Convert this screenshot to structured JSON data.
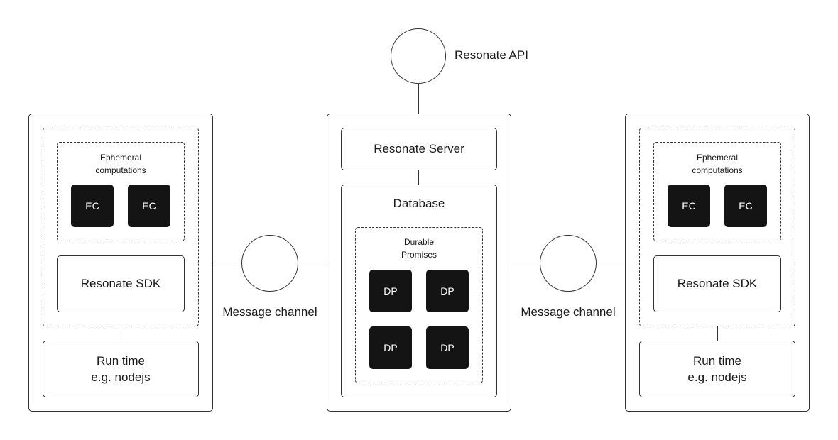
{
  "api": {
    "label": "Resonate API"
  },
  "server": {
    "title": "Resonate Server",
    "database": {
      "title": "Database",
      "group_label_line1": "Durable",
      "group_label_line2": "Promises",
      "items": [
        "DP",
        "DP",
        "DP",
        "DP"
      ]
    }
  },
  "channels": {
    "left_label": "Message channel",
    "right_label": "Message channel"
  },
  "left_node": {
    "group_label_line1": "Ephemeral",
    "group_label_line2": "computations",
    "items": [
      "EC",
      "EC"
    ],
    "sdk": "Resonate SDK",
    "runtime_line1": "Run time",
    "runtime_line2": "e.g. nodejs"
  },
  "right_node": {
    "group_label_line1": "Ephemeral",
    "group_label_line2": "computations",
    "items": [
      "EC",
      "EC"
    ],
    "sdk": "Resonate SDK",
    "runtime_line1": "Run time",
    "runtime_line2": "e.g. nodejs"
  }
}
